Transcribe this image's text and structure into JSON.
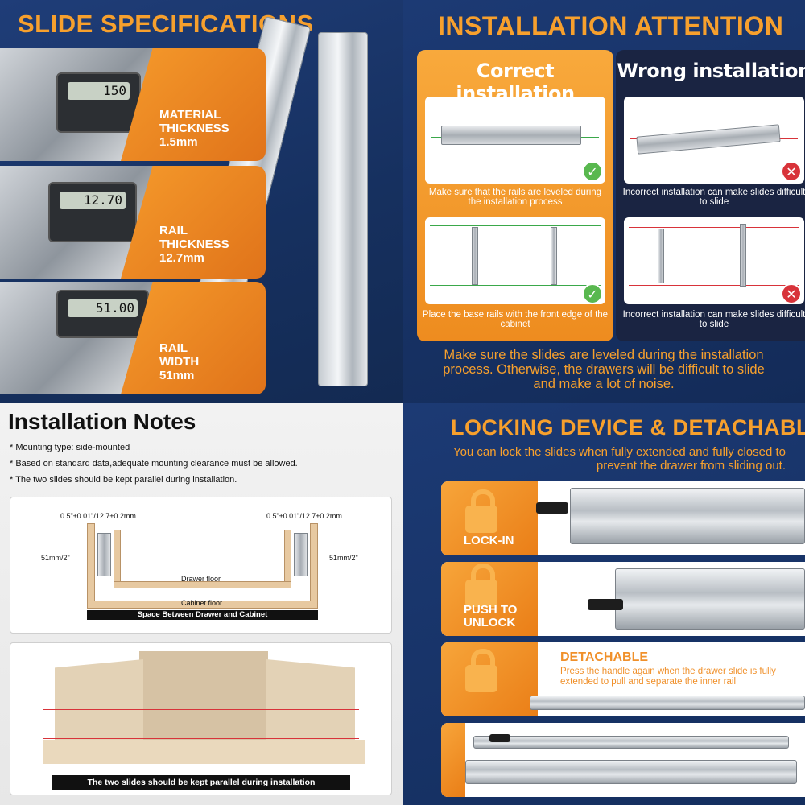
{
  "slide_specs": {
    "title": "SLIDE SPECIFICATIONS",
    "rows": [
      {
        "line1": "MATERIAL",
        "line2": "THICKNESS",
        "value": "1.5mm",
        "caliper_reading": "150"
      },
      {
        "line1": "RAIL",
        "line2": "THICKNESS",
        "value": "12.7mm",
        "caliper_reading": "12.70"
      },
      {
        "line1": "RAIL",
        "line2": "WIDTH",
        "value": "51mm",
        "caliper_reading": "51.00"
      }
    ]
  },
  "installation_attention": {
    "title": "INSTALLATION ATTENTION",
    "correct_label": "Correct installation",
    "wrong_label": "Wrong installation",
    "correct_captions": [
      "Make sure that the rails are leveled during the installation process",
      "Place the base rails with the front edge of the cabinet"
    ],
    "wrong_captions": [
      "Incorrect installation can make slides difficult to slide",
      "Incorrect installation can make slides difficult to slide"
    ],
    "note": "Make sure the slides are leveled during the installation process. Otherwise, the drawers will be difficult to slide and make a lot of noise.",
    "colors": {
      "correct_bg": "#ee8c1f",
      "wrong_bg": "#1a2442",
      "ok": "#59b84f",
      "no": "#d8333a"
    },
    "icons": {
      "ok": "checkmark-icon",
      "no": "x-mark-icon"
    }
  },
  "installation_notes": {
    "title": "Installation Notes",
    "bullets": [
      "* Mounting type: side-mounted",
      "* Based on standard data,adequate mounting clearance must be allowed.",
      "* The two slides should be kept parallel during installation."
    ],
    "diagram": {
      "left_tolerance": "0.5\"±0.01\"/12.7±0.2mm",
      "right_tolerance": "0.5\"±0.01\"/12.7±0.2mm",
      "left_height": "51mm/2\"",
      "right_height": "51mm/2\"",
      "drawer_floor": "Drawer floor",
      "cabinet_floor": "Cabinet floor",
      "space_bar": "Space Between Drawer and Cabinet"
    },
    "photo_caption": "The two slides should be kept parallel during installation"
  },
  "locking": {
    "title": "LOCKING DEVICE & DETACHABLE",
    "subtitle": "You can lock the slides when fully extended and fully closed to prevent the drawer from sliding out.",
    "lock_in": "LOCK-IN",
    "push_unlock_1": "PUSH TO",
    "push_unlock_2": "UNLOCK",
    "detachable_title": "DETACHABLE",
    "detachable_text": "Press the handle again when the drawer slide is fully extended to pull and separate the inner rail",
    "colors": {
      "accent": "#f7a02d",
      "lock_orange": "#ea7e17"
    },
    "icons": {
      "lock": "padlock-icon"
    }
  }
}
